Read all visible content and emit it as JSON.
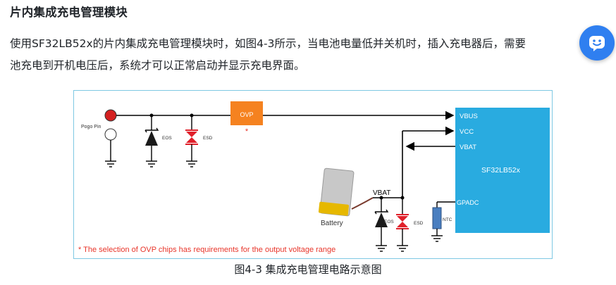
{
  "heading": "片内集成充电管理模块",
  "paragraph": {
    "line1": "使用SF32LB52x的片内集成充电管理模块时，如图4-3所示，当电池电量低并关机时，插入充电器后，需要",
    "line2": "池充电到开机电压后，系统才可以正常启动并显示充电界面。"
  },
  "chat_button": {
    "icon": "chat-bot-icon"
  },
  "figure": {
    "labels": {
      "pogo_pin": "Pogo Pin",
      "eos": "EOS",
      "esd": "ESD",
      "ovp": "OVP",
      "asterisk": "*",
      "vbus": "VBUS",
      "vcc": "VCC",
      "vbat": "VBAT",
      "chip": "SF32LB52x",
      "gpadc": "GPADC",
      "battery": "Battery",
      "vbat_node": "VBAT",
      "eos2": "EOS",
      "esd2": "ESD",
      "ntc": "NTC",
      "note": "* The selection of OVP chips has requirements for the  output voltage range"
    },
    "colors": {
      "chip": "#29abe0",
      "ovp": "#f58220",
      "esd": "#e0202a",
      "pogo_top": "#d42020",
      "ntc": "#4a7fc0",
      "note": "#e8352a"
    },
    "caption": "图4-3 集成充电管理电路示意图"
  }
}
